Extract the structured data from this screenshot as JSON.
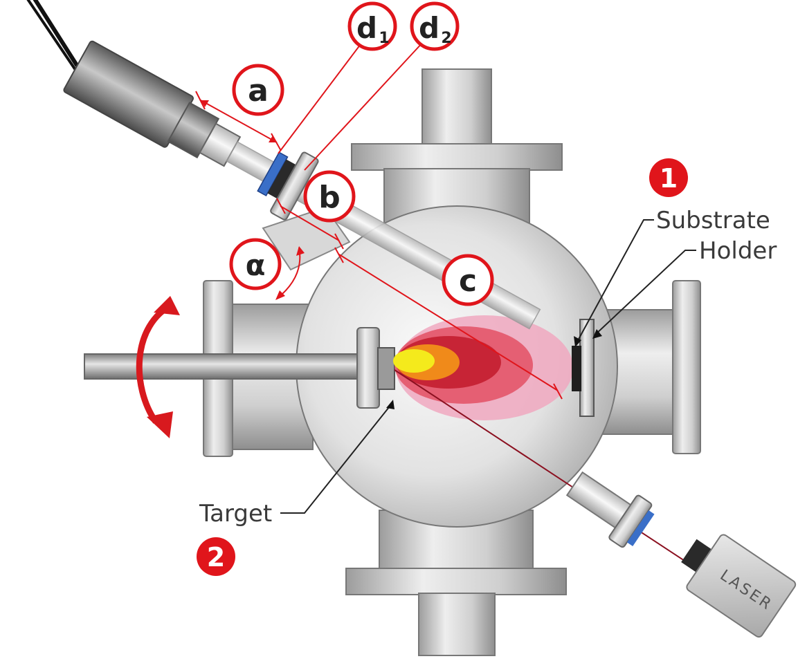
{
  "labels": {
    "a": "a",
    "b": "b",
    "c": "c",
    "d1_letter": "d",
    "d1_sub": "1",
    "d2_letter": "d",
    "d2_sub": "2",
    "alpha": "α",
    "num1": "1",
    "num2": "2",
    "substrate": "Substrate",
    "holder": "Holder",
    "target": "Target",
    "laser": "LASER"
  },
  "colors": {
    "accent_red": "#e0151b",
    "steel_light": "#dcdcdc",
    "steel_mid": "#b9b9b9",
    "steel_dark": "#8a8a8a",
    "plume_outer": "#f0a8bf",
    "plume_mid": "#e24a5e",
    "plume_inner": "#c21a2c",
    "plume_orange": "#f08a1a",
    "plume_core": "#f4ea1c",
    "optic_blue": "#3a6fc8"
  }
}
